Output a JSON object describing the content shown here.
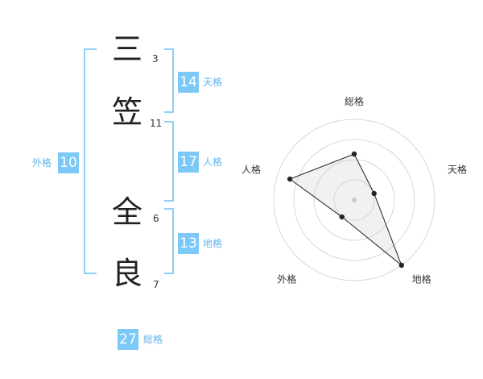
{
  "name": {
    "characters": [
      {
        "char": "三",
        "strokes": "3"
      },
      {
        "char": "笠",
        "strokes": "11"
      },
      {
        "char": "全",
        "strokes": "6"
      },
      {
        "char": "良",
        "strokes": "7"
      }
    ]
  },
  "fortunes": {
    "tenkaku": {
      "value": "14",
      "label": "天格"
    },
    "jinkaku": {
      "value": "17",
      "label": "人格"
    },
    "chikaku": {
      "value": "13",
      "label": "地格"
    },
    "gaikaku": {
      "value": "10",
      "label": "外格"
    },
    "soukaku": {
      "value": "27",
      "label": "総格"
    }
  },
  "colors": {
    "accent": "#7cc8f6",
    "bracket": "#8fd0f8",
    "label": "#5fb5ec"
  },
  "chart_data": {
    "type": "radar",
    "axes": [
      "総格",
      "天格",
      "地格",
      "外格",
      "人格"
    ],
    "values": [
      0.57,
      0.26,
      1.0,
      0.26,
      0.84
    ],
    "rings": 4,
    "grid": true
  }
}
